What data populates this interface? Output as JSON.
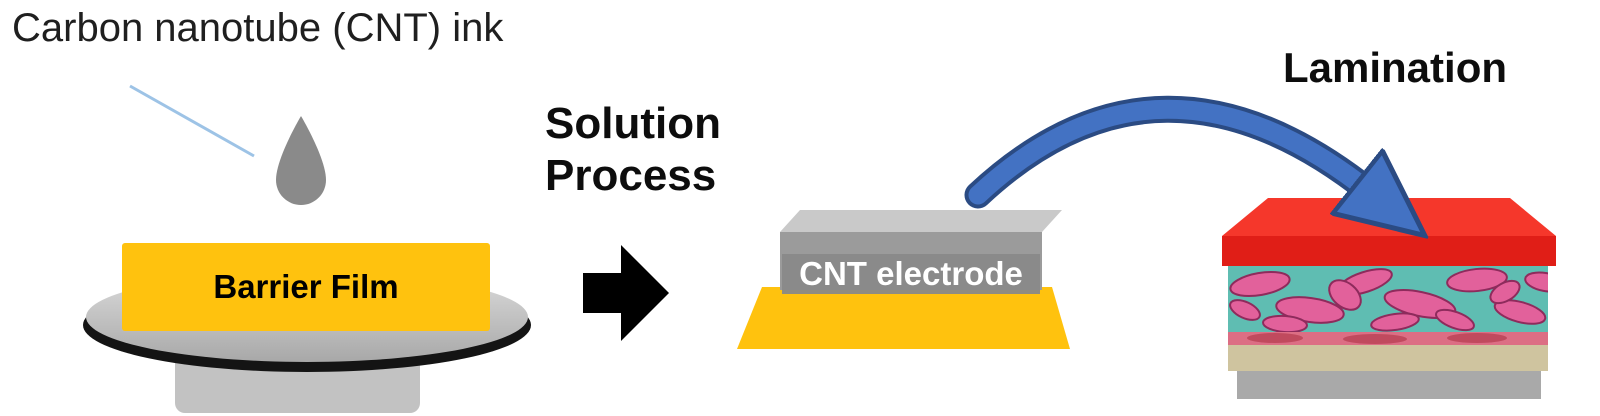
{
  "labels": {
    "cnt_ink": "Carbon nanotube (CNT) ink",
    "barrier_film": "Barrier Film",
    "solution_process_line1": "Solution",
    "solution_process_line2": "Process",
    "cnt_electrode": "CNT electrode",
    "lamination": "Lamination"
  },
  "icons": {
    "ink_drop": "droplet-icon",
    "annotation_pointer": "pointer-line",
    "process_arrow": "right-block-arrow-icon",
    "lamination_arrow": "curved-arrow-icon"
  },
  "colors": {
    "barrier_film_yellow": "#FFC20E",
    "ink_drop_gray": "#8A8A8A",
    "coater_disc_gray": "#C6C6C6",
    "coater_rim_black": "#141414",
    "process_arrow_black": "#000000",
    "cnt_electrode_gray": "#9B9B9B",
    "lamination_arrow_blue": "#4372C3",
    "lamination_arrow_outline": "#2B4B83",
    "encapsulation_red": "#E01E17",
    "active_layer_teal": "#5FBDB2",
    "active_layer_pink": "#E2619B",
    "interface_pink": "#DC6E84",
    "electrode_beige": "#CFC49F",
    "substrate_gray": "#A9A9A9"
  }
}
